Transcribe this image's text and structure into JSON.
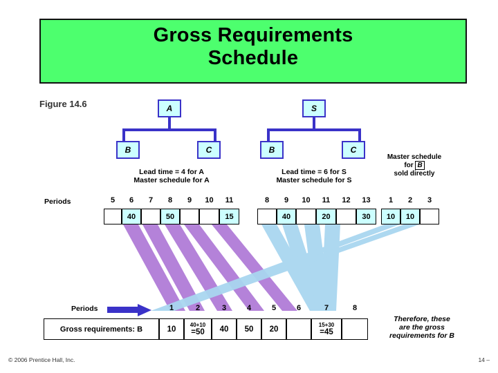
{
  "title": {
    "line1": "Gross Requirements",
    "line2": "Schedule"
  },
  "figure_label": "Figure 14.6",
  "trees": {
    "left": {
      "parent": "A",
      "children": [
        "B",
        "C"
      ],
      "caption_line1": "Lead time = 4 for A",
      "caption_line2": "Master schedule for A"
    },
    "right": {
      "parent": "S",
      "children": [
        "B",
        "C"
      ],
      "caption_line1": "Lead time = 6 for S",
      "caption_line2": "Master schedule for S"
    },
    "master_direct": {
      "line1": "Master schedule",
      "line2_prefix": "for",
      "line2_item": "B",
      "line3": "sold directly"
    }
  },
  "periods_label": "Periods",
  "schedules": {
    "a": {
      "periods": [
        "5",
        "6",
        "7",
        "8",
        "9",
        "10",
        "11"
      ],
      "quantities": [
        "",
        "40",
        "",
        "50",
        "",
        "",
        "15"
      ]
    },
    "s": {
      "periods": [
        "8",
        "9",
        "10",
        "11",
        "12",
        "13"
      ],
      "quantities": [
        "",
        "40",
        "",
        "20",
        "",
        "30"
      ]
    },
    "direct": {
      "periods": [
        "1",
        "2",
        "3"
      ],
      "quantities": [
        "10",
        "10",
        ""
      ]
    }
  },
  "bottom": {
    "periods_label": "Periods",
    "row_label": "Gross requirements: B",
    "periods": [
      "1",
      "2",
      "3",
      "4",
      "5",
      "6",
      "7",
      "8"
    ],
    "values": [
      {
        "main": "10",
        "sup": ""
      },
      {
        "main": "=50",
        "sup": "40+10"
      },
      {
        "main": "40",
        "sup": ""
      },
      {
        "main": "50",
        "sup": ""
      },
      {
        "main": "20",
        "sup": ""
      },
      {
        "main": "",
        "sup": ""
      },
      {
        "main": "=45",
        "sup": "15+30"
      },
      {
        "main": "",
        "sup": ""
      }
    ]
  },
  "note": {
    "line1": "Therefore, these",
    "line2": "are the gross",
    "line3": "requirements for B"
  },
  "footer": {
    "left": "© 2006 Prentice Hall, Inc.",
    "right": "14 –"
  },
  "colors": {
    "banner": "#4dff6e",
    "node_fill": "#ccffff",
    "node_border": "#3a32c8",
    "flow_purple": "#b07cd8",
    "flow_blue": "#a9d6f0"
  }
}
